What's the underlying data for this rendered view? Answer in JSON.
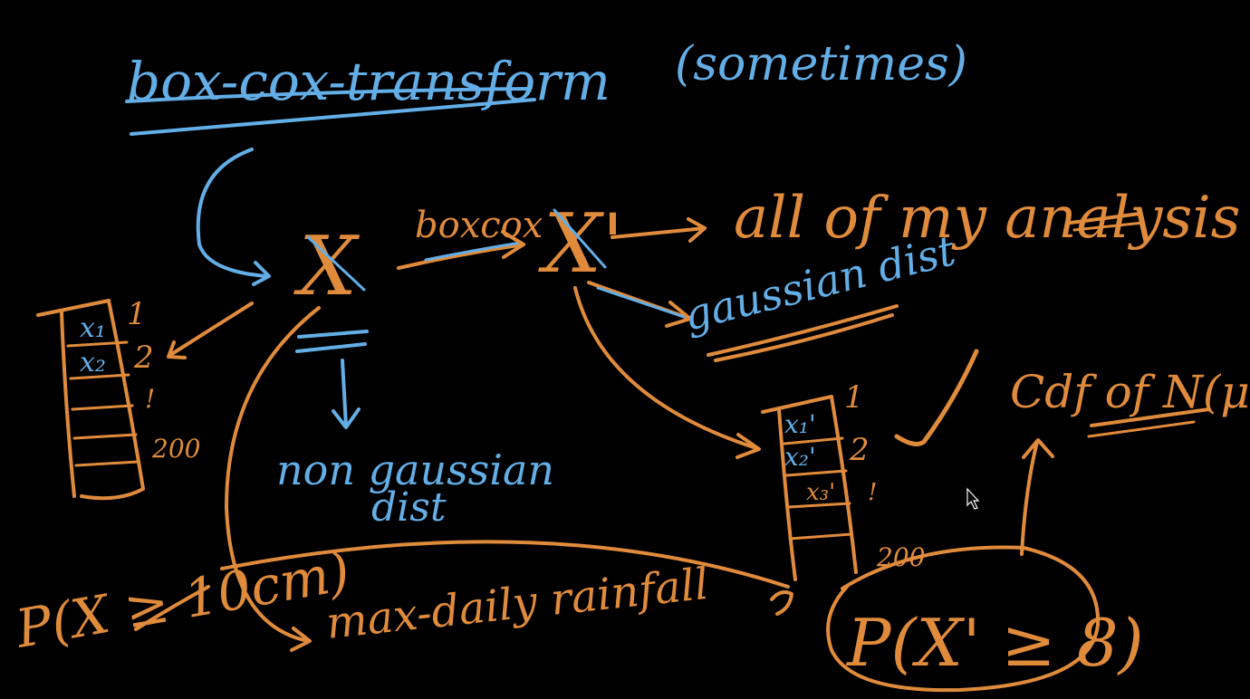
{
  "board": {
    "background": "#000000",
    "colors": {
      "blue_ink": "#63aee6",
      "orange_ink": "#e08b3c"
    },
    "notes": {
      "title": "box-cox-transform",
      "sometimes": "(sometimes)",
      "x_var": "X",
      "x_prime": "X'",
      "boxcox_label": "boxcox",
      "analysis": "all of my analysis",
      "gaussian_dist": "gaussian dist",
      "non_gaussian_dist_line1": "non gaussian",
      "non_gaussian_dist_line2": "dist",
      "cdf_label": "Cdf of N(μ,σ)",
      "prob_left": "P(X ≥ 10cm)",
      "max_rainfall": "max-daily rainfall",
      "prob_right": "P(X' ≥ 8)",
      "check_mark": "✓"
    },
    "left_table": {
      "cells": [
        "x₁",
        "x₂",
        "",
        "",
        ""
      ],
      "indices": [
        "1",
        "2",
        "!",
        "200"
      ]
    },
    "right_table": {
      "cells": [
        "x₁'",
        "x₂'",
        "x₃'",
        ""
      ],
      "indices": [
        "1",
        "2",
        "!",
        "200"
      ]
    },
    "cursor_icon": "mouse-pointer-icon"
  }
}
